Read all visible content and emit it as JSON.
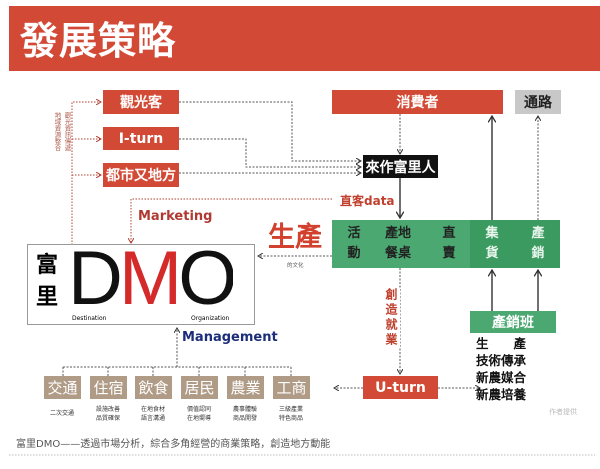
{
  "header": {
    "title": "發展策略"
  },
  "sources": {
    "tourists": "觀光客",
    "iturn": "I-turn",
    "urban_rural": "都市又地方",
    "side_label_1": "觀光資訊傳遞",
    "side_label_2": "地域資源整合"
  },
  "top": {
    "consumers": "消費者",
    "channels": "通路",
    "come_to_fuli": "來作富里人",
    "direct_data": "直客data"
  },
  "production": {
    "title": "生產",
    "subtitle": "的文化",
    "cells": [
      [
        "活",
        "動"
      ],
      [
        "產地",
        "餐桌"
      ],
      [
        "直",
        "賣"
      ]
    ],
    "dark_cells": [
      [
        "集",
        "貨"
      ],
      [
        "產",
        "銷"
      ]
    ]
  },
  "dmo": {
    "fu": "富",
    "li": "里",
    "d": "D",
    "m": "M",
    "o": "O",
    "destination": "Destination",
    "organization": "Organization",
    "marketing": "Marketing",
    "management": "Management"
  },
  "sectors": [
    {
      "label": "交通",
      "sub": [
        "二次交通"
      ]
    },
    {
      "label": "住宿",
      "sub": [
        "設施改善",
        "品質確保"
      ]
    },
    {
      "label": "飲食",
      "sub": [
        "在地食材",
        "語言溝通"
      ]
    },
    {
      "label": "居民",
      "sub": [
        "價值認同",
        "在地嚮導"
      ]
    },
    {
      "label": "農業",
      "sub": [
        "農事體驗",
        "商品開發"
      ]
    },
    {
      "label": "工商",
      "sub": [
        "三級產業",
        "特色商品"
      ]
    }
  ],
  "jobs": "創造就業",
  "uturn": "U-turn",
  "coop": {
    "label": "產銷班",
    "items": [
      "生　　產",
      "技術傳承",
      "新農媒合",
      "新農培養"
    ]
  },
  "credit": "作者提供",
  "caption": "富里DMO——透過市場分析，綜合多角經營的商業策略，創造地方動能",
  "colors": {
    "red": "#d24a36",
    "green": "#4aa870",
    "dark_green": "#3b9a60",
    "tan": "#b09b87",
    "gray": "#c8c8c8",
    "navy": "#1c2d7a"
  }
}
